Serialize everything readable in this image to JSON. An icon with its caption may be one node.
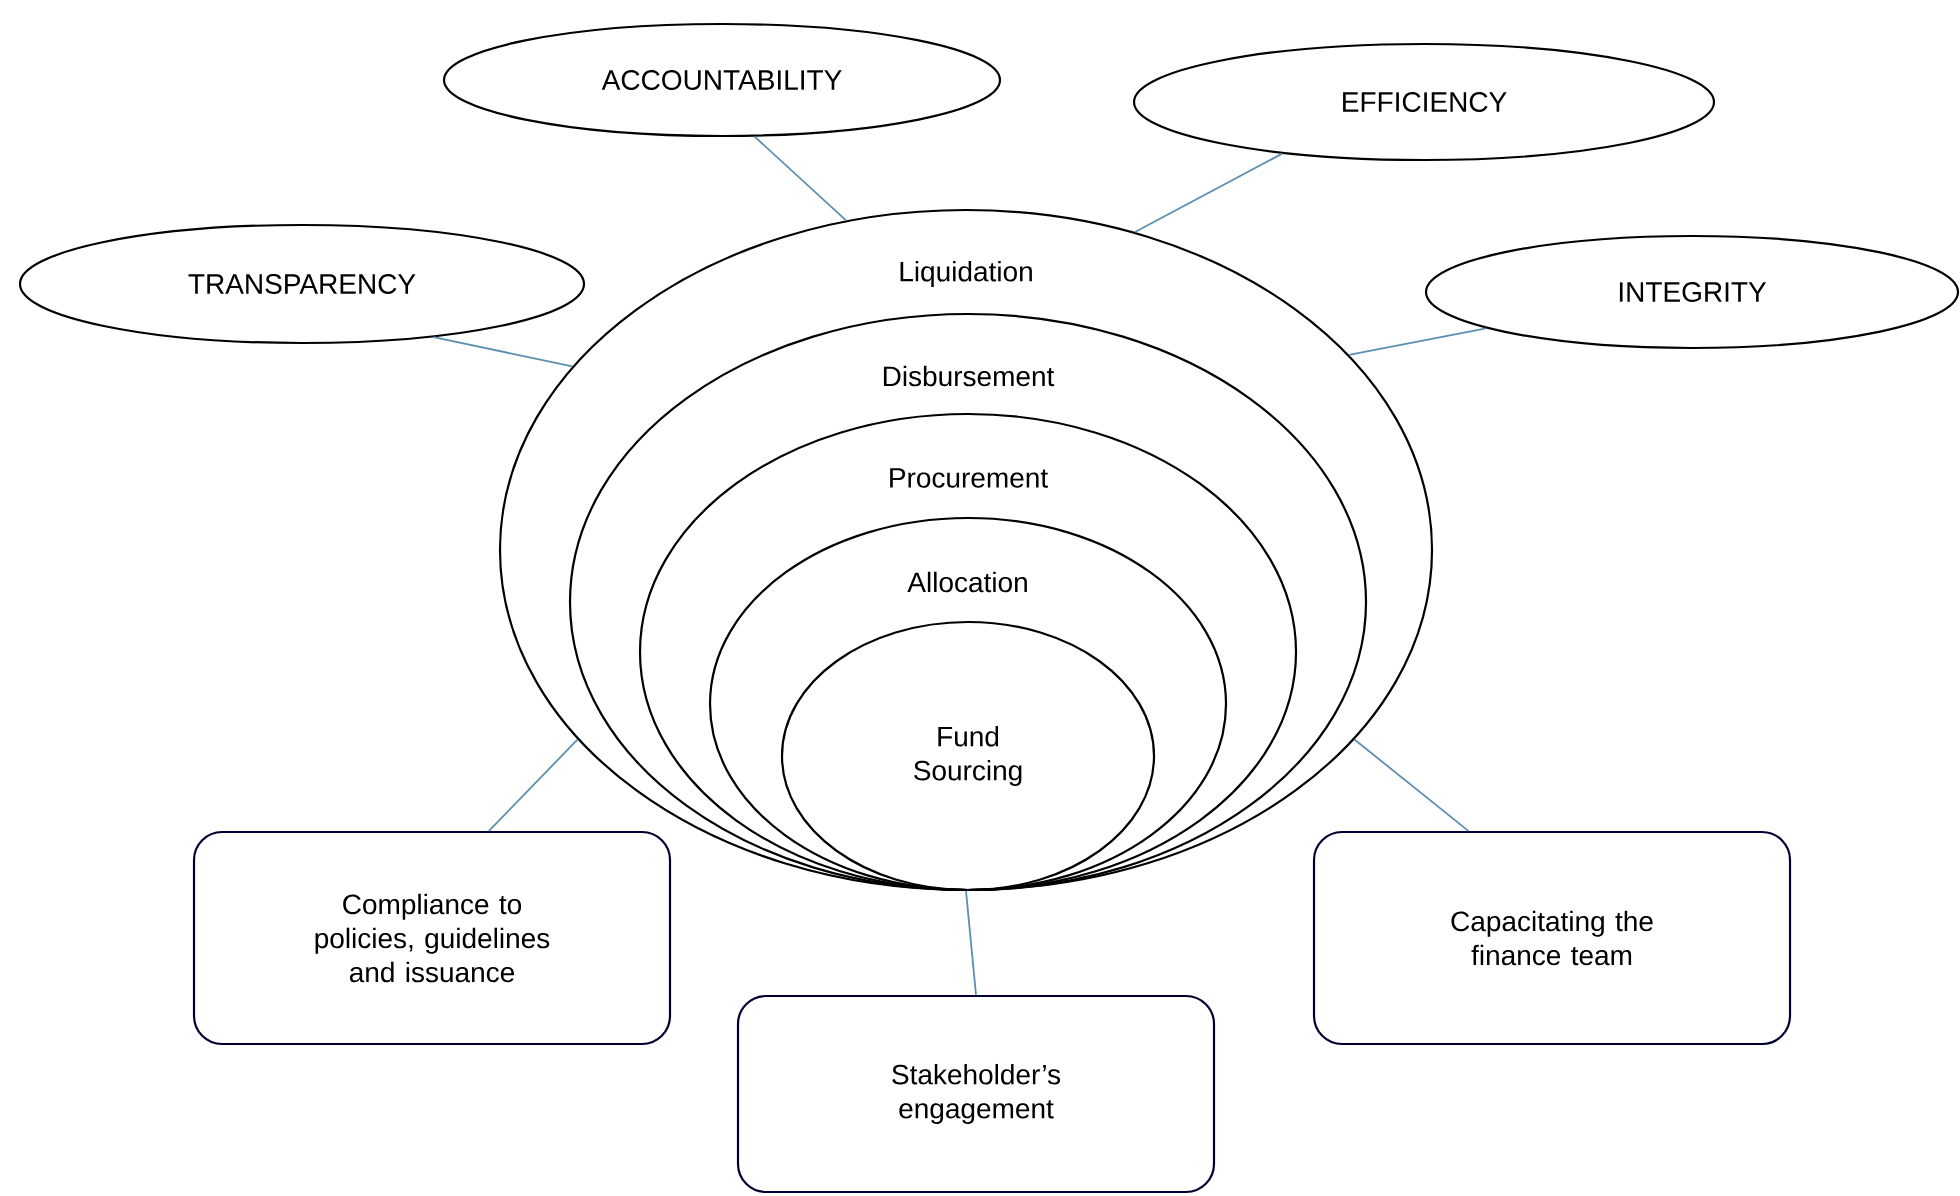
{
  "diagram": {
    "nodes": [
      {
        "text": [
          "ACCOUNTABILITY"
        ]
      },
      {
        "text": [
          "EFFICIENCY"
        ]
      },
      {
        "text": [
          "TRANSPARENCY"
        ]
      },
      {
        "text": [
          "INTEGRITY"
        ]
      },
      {
        "text": [
          "Liquidation"
        ]
      },
      {
        "text": [
          "Disbursement"
        ],
        "in": 4
      },
      {
        "text": [
          "Procurement"
        ],
        "in": 5
      },
      {
        "text": [
          "Allocation"
        ],
        "in": 6
      },
      {
        "text": [
          "Fund Sourcing"
        ],
        "in": 7
      },
      {
        "text": [
          "Compliance to policies, guidelines and issuance"
        ]
      },
      {
        "text": [
          "Capacitating the finance team"
        ]
      },
      {
        "text": [
          "Stakeholder’s engagement"
        ]
      }
    ],
    "edges": [
      {
        "from": 0,
        "to": 4,
        "arrow": "none"
      },
      {
        "from": 1,
        "to": 4,
        "arrow": "none"
      },
      {
        "from": 2,
        "to": 4,
        "arrow": "none"
      },
      {
        "from": 3,
        "to": 4,
        "arrow": "none"
      },
      {
        "from": 9,
        "to": 4,
        "arrow": "none"
      },
      {
        "from": 10,
        "to": 4,
        "arrow": "none"
      },
      {
        "from": 11,
        "to": 4,
        "arrow": "none"
      }
    ]
  }
}
